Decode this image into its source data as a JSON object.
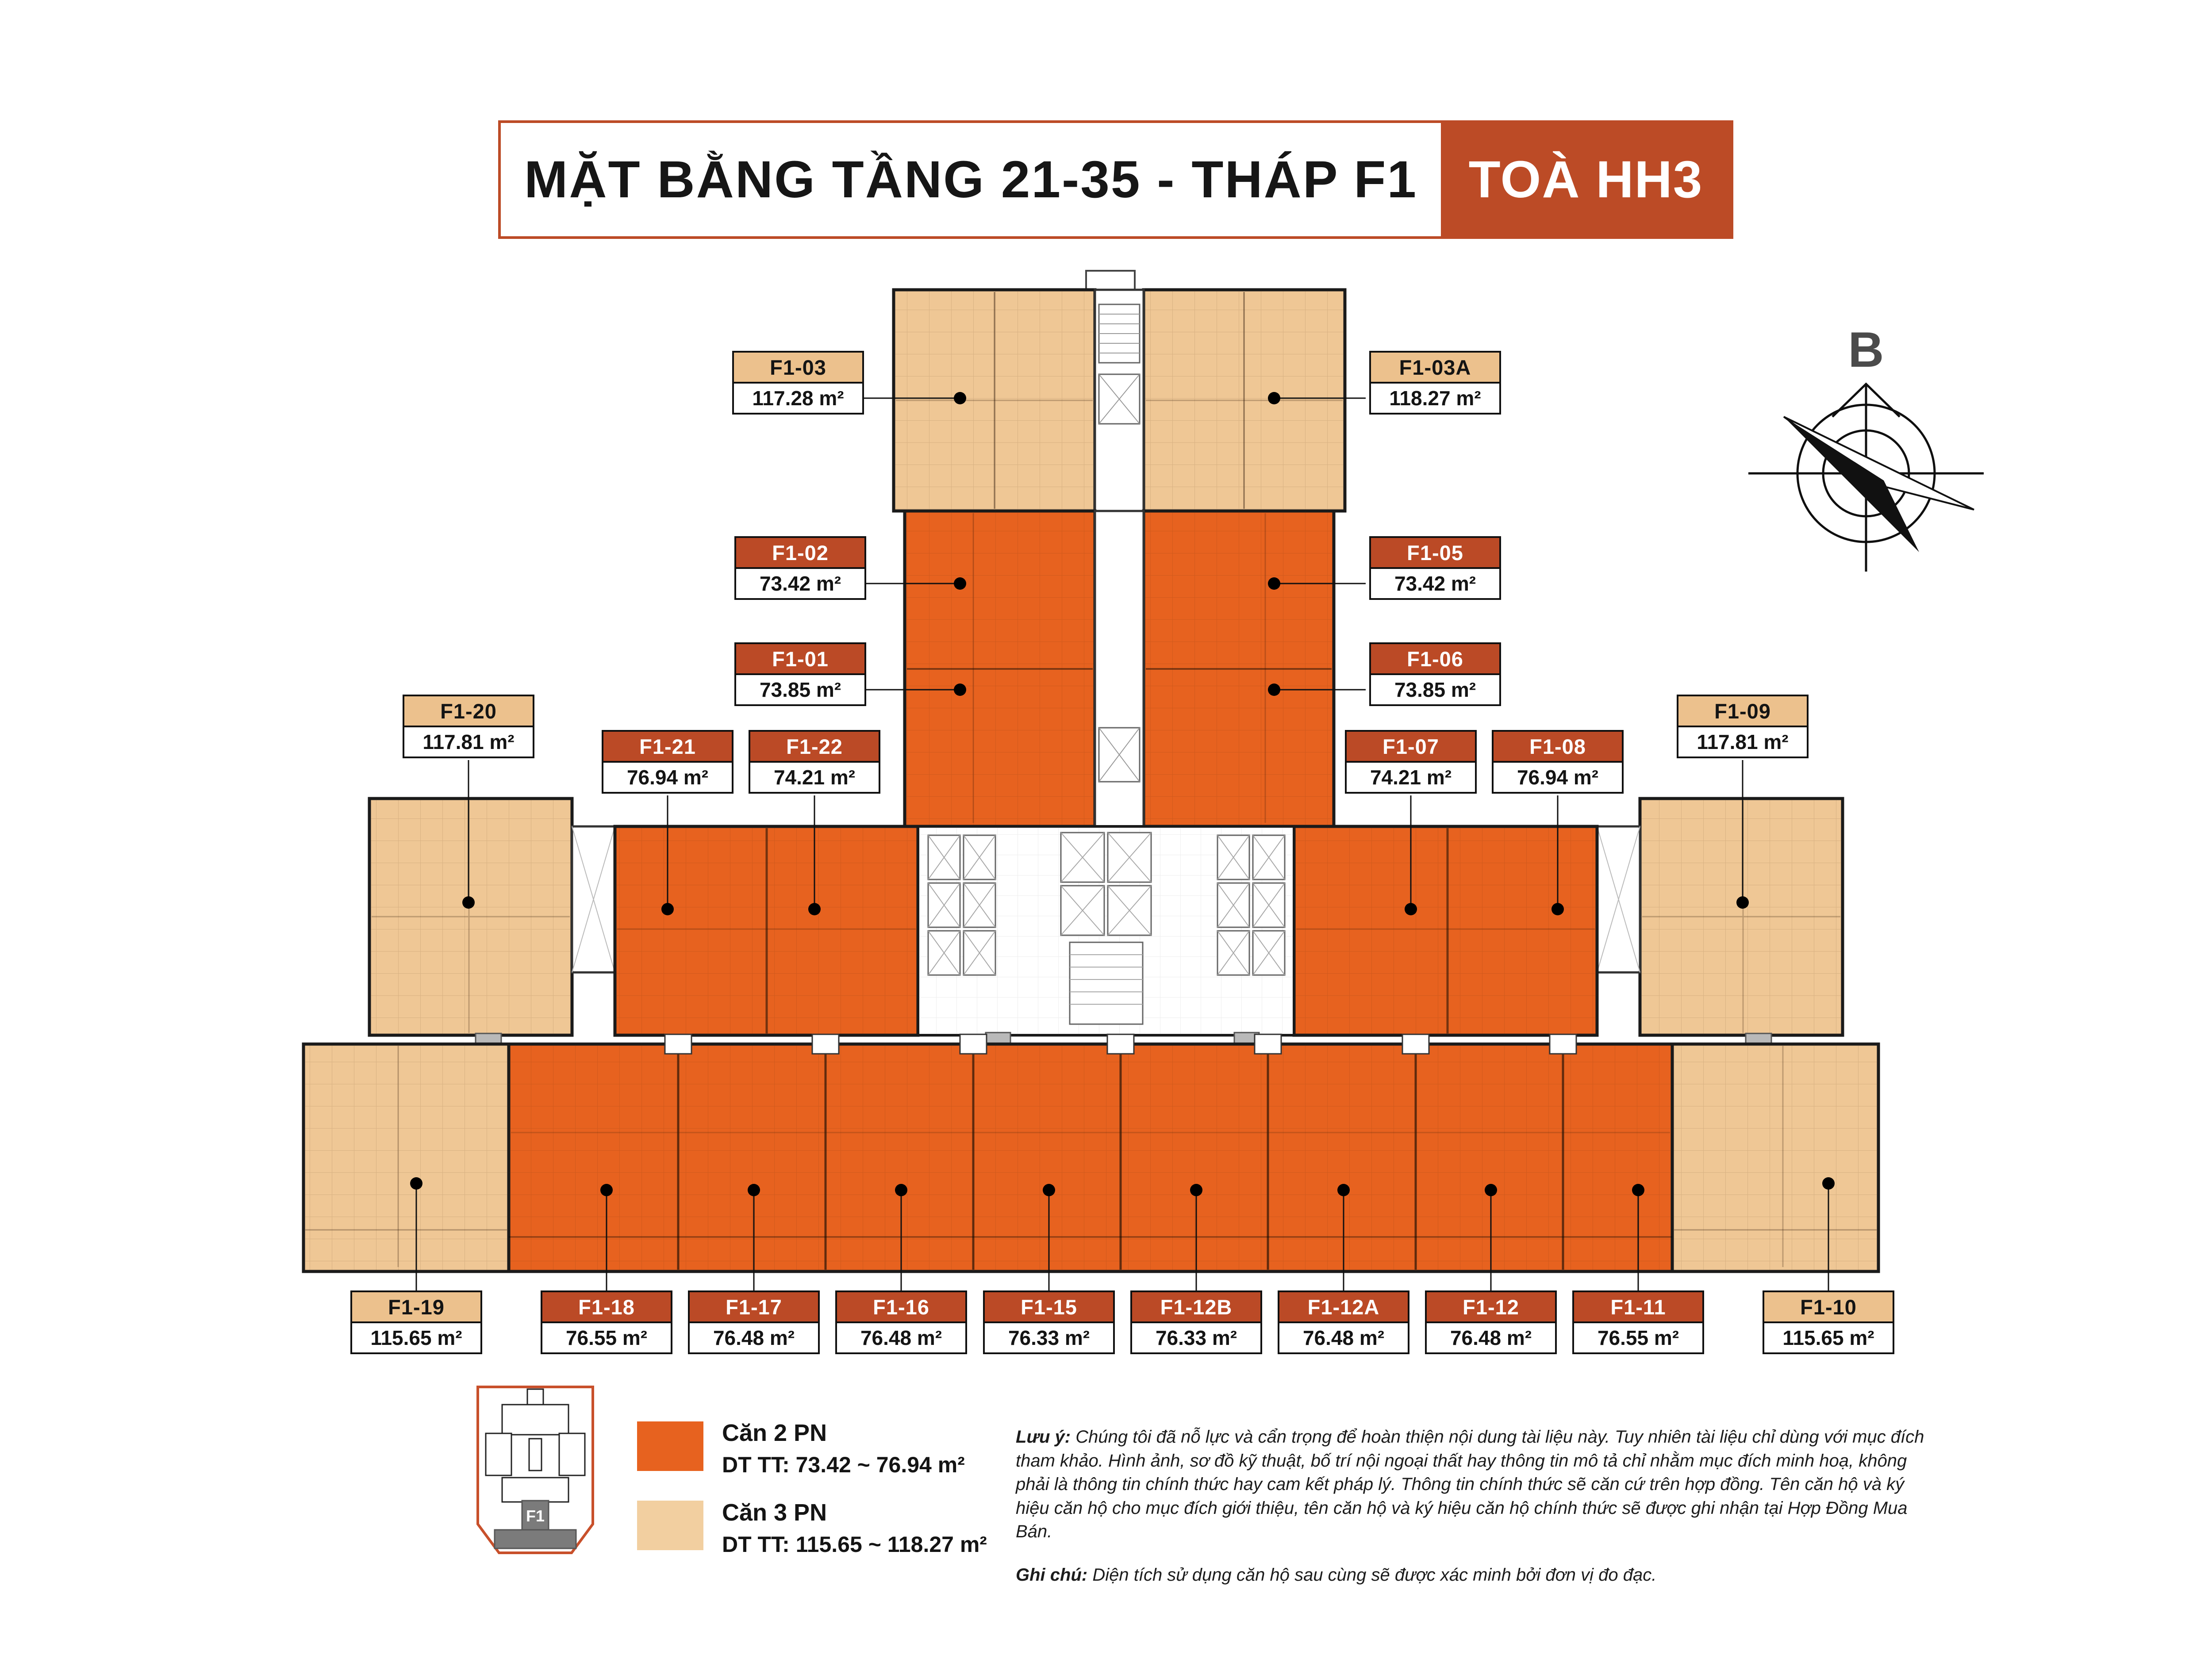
{
  "title": {
    "main": "MẶT BẰNG TẦNG 21-35 - THÁP F1",
    "badge": "TOÀ HH3"
  },
  "compass": {
    "label": "B"
  },
  "key_plan": {
    "tower_label": "F1"
  },
  "palette": {
    "orange_unit": "#e7621f",
    "orange_label": "#bb4a26",
    "tan_unit": "#efc795",
    "tan_label": "#ecc18d",
    "title_border": "#bc4b26"
  },
  "legend": [
    {
      "name": "Căn 2 PN",
      "range": "DT TT: 73.42 ~ 76.94 m²",
      "swatch_color": "#e7621f"
    },
    {
      "name": "Căn 3 PN",
      "range": "DT TT: 115.65 ~ 118.27 m²",
      "swatch_color": "#f2cfa0"
    }
  ],
  "notes": {
    "luu_y_label": "Lưu ý:",
    "luu_y_text": " Chúng tôi đã nỗ lực và cẩn trọng để hoàn thiện nội dung tài liệu này. Tuy nhiên tài liệu chỉ dùng với mục đích tham khảo. Hình ảnh, sơ đồ kỹ thuật, bố trí nội ngoại thất hay thông tin mô tả chỉ nhằm mục đích minh hoạ, không phải là thông tin chính thức hay cam kết pháp lý. Thông tin chính thức sẽ căn cứ trên hợp đồng. Tên căn hộ và ký hiệu căn hộ cho mục đích giới thiệu, tên căn hộ và ký hiệu căn hộ chính thức sẽ được ghi nhận tại Hợp Đồng Mua Bán.",
    "ghi_chu_label": "Ghi chú:",
    "ghi_chu_text": " Diện tích sử dụng căn hộ sau cùng sẽ được xác minh bởi đơn vị đo đạc."
  },
  "units": [
    {
      "id": "F1-03",
      "area": "117.28 m²",
      "type": "3pn"
    },
    {
      "id": "F1-03A",
      "area": "118.27 m²",
      "type": "3pn"
    },
    {
      "id": "F1-02",
      "area": "73.42 m²",
      "type": "2pn"
    },
    {
      "id": "F1-05",
      "area": "73.42 m²",
      "type": "2pn"
    },
    {
      "id": "F1-01",
      "area": "73.85 m²",
      "type": "2pn"
    },
    {
      "id": "F1-06",
      "area": "73.85 m²",
      "type": "2pn"
    },
    {
      "id": "F1-20",
      "area": "117.81 m²",
      "type": "3pn"
    },
    {
      "id": "F1-21",
      "area": "76.94 m²",
      "type": "2pn"
    },
    {
      "id": "F1-22",
      "area": "74.21 m²",
      "type": "2pn"
    },
    {
      "id": "F1-07",
      "area": "74.21 m²",
      "type": "2pn"
    },
    {
      "id": "F1-08",
      "area": "76.94 m²",
      "type": "2pn"
    },
    {
      "id": "F1-09",
      "area": "117.81 m²",
      "type": "3pn"
    },
    {
      "id": "F1-19",
      "area": "115.65 m²",
      "type": "3pn"
    },
    {
      "id": "F1-18",
      "area": "76.55 m²",
      "type": "2pn"
    },
    {
      "id": "F1-17",
      "area": "76.48 m²",
      "type": "2pn"
    },
    {
      "id": "F1-16",
      "area": "76.48 m²",
      "type": "2pn"
    },
    {
      "id": "F1-15",
      "area": "76.33 m²",
      "type": "2pn"
    },
    {
      "id": "F1-12B",
      "area": "76.33 m²",
      "type": "2pn"
    },
    {
      "id": "F1-12A",
      "area": "76.48 m²",
      "type": "2pn"
    },
    {
      "id": "F1-12",
      "area": "76.48 m²",
      "type": "2pn"
    },
    {
      "id": "F1-11",
      "area": "76.55 m²",
      "type": "2pn"
    },
    {
      "id": "F1-10",
      "area": "115.65 m²",
      "type": "3pn"
    }
  ]
}
